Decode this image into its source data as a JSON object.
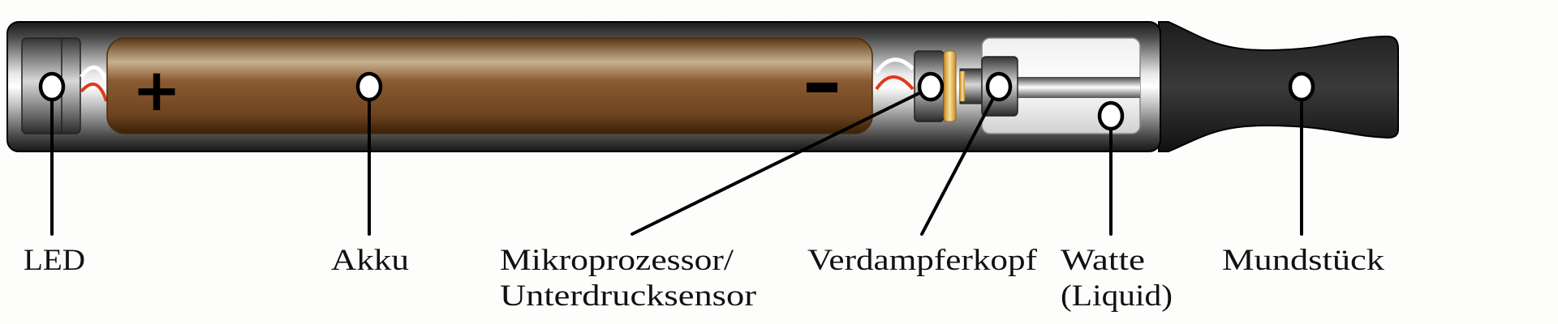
{
  "title": "E-Zigarette Aufbau",
  "labels": {
    "led": "LED",
    "akku": "Akku",
    "mikro_line1": "Mikroprozessor/",
    "mikro_line2": "Unterdrucksensor",
    "verdampfer": "Verdampferkopf",
    "watte_line1": "Watte",
    "watte_line2": "(Liquid)",
    "mundstueck": "Mundstück"
  },
  "symbols": {
    "plus": "+",
    "minus": "−"
  },
  "colors": {
    "battery": "#7f4f28",
    "wire_red": "#e0391b",
    "gold": "#e8b84a",
    "mouthpiece": "#2a2a2a"
  }
}
